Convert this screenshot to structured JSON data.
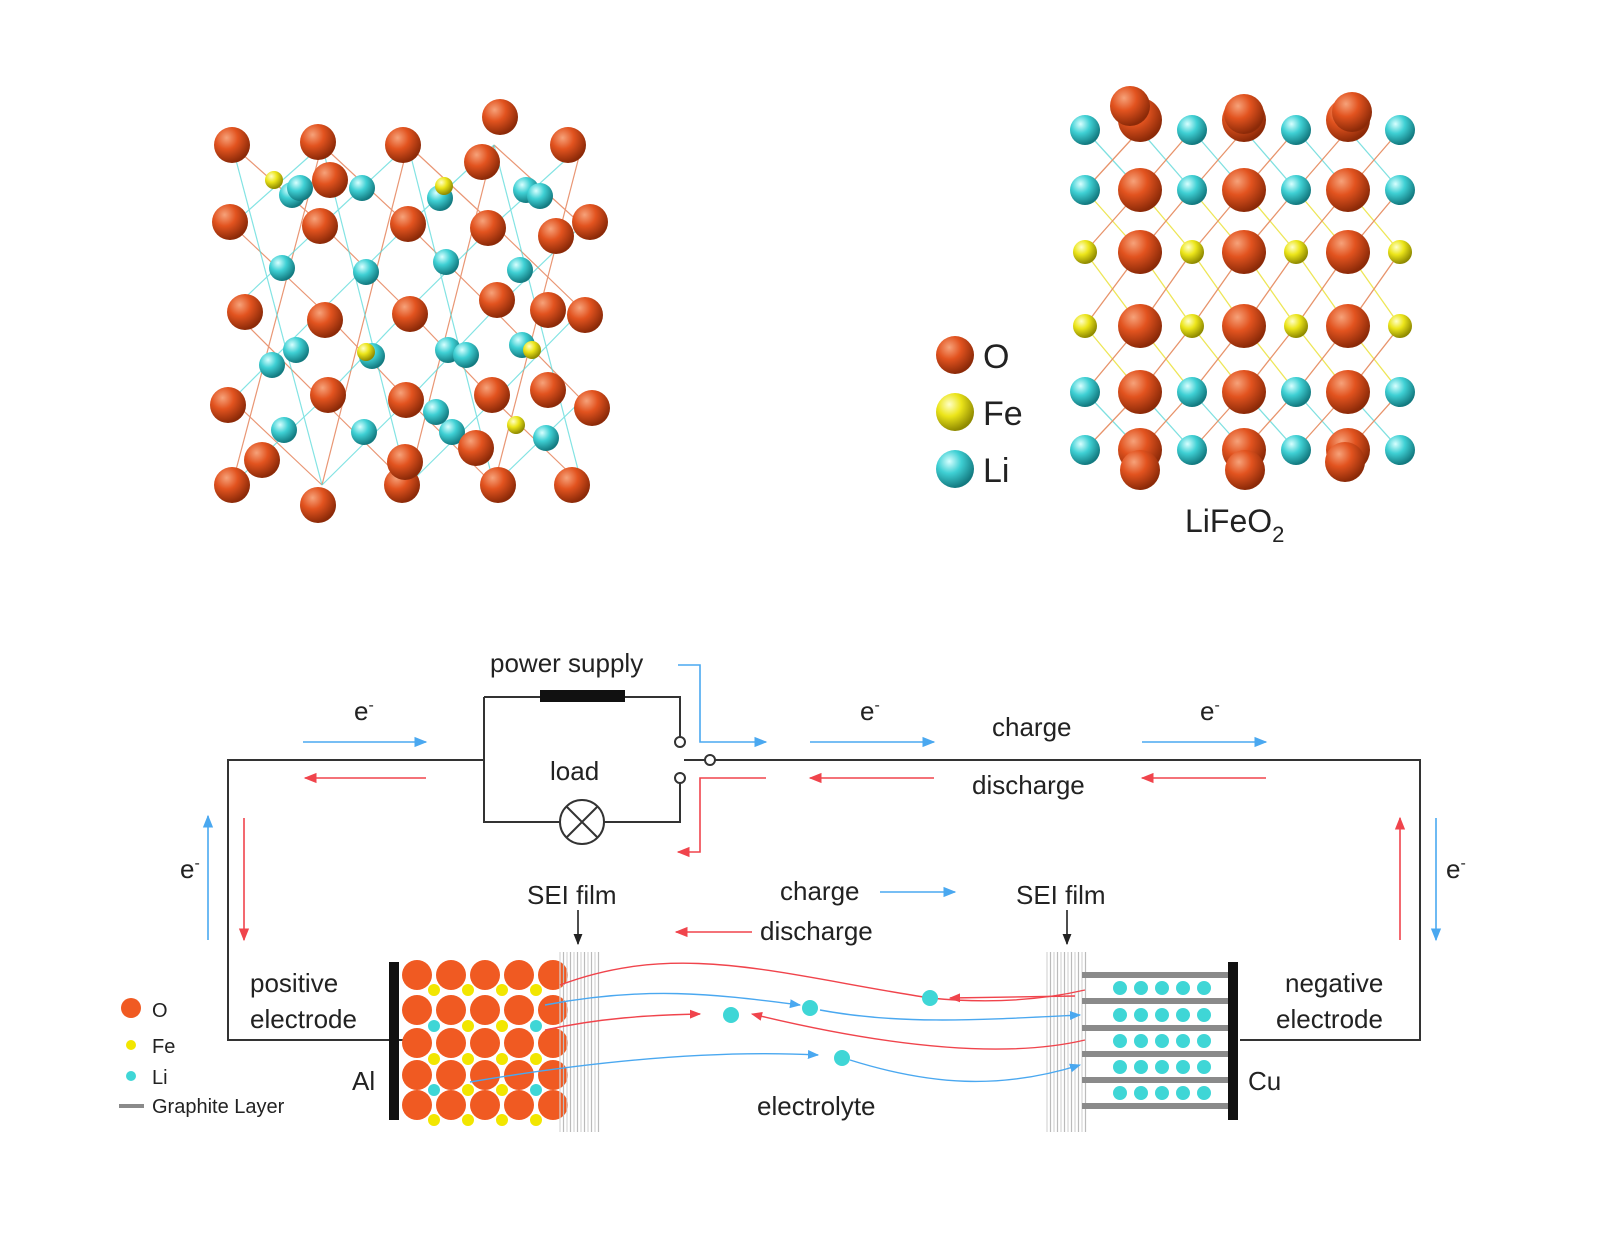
{
  "top_legend": {
    "items": [
      {
        "label": "O",
        "color": "#d9481c"
      },
      {
        "label": "Fe",
        "color": "#e8e010"
      },
      {
        "label": "Li",
        "color": "#3ccfd2"
      }
    ]
  },
  "crystal_caption": {
    "text": "LiFeO",
    "sub": "2"
  },
  "circuit": {
    "power_supply": "power supply",
    "load": "load",
    "electron": "e",
    "electron_sup": "-",
    "charge": "charge",
    "discharge": "discharge",
    "sei_film": "SEI film",
    "positive_electrode": [
      "positive",
      "electrode"
    ],
    "negative_electrode": [
      "negative",
      "electrode"
    ],
    "al": "Al",
    "cu": "Cu",
    "electrolyte": "electrolyte"
  },
  "bottom_legend": {
    "items": [
      {
        "label": "O",
        "color": "#f05a22"
      },
      {
        "label": "Fe",
        "color": "#f2e600"
      },
      {
        "label": "Li",
        "color": "#3fd6d6"
      },
      {
        "label": "Graphite Layer",
        "color": "#8a8a8a"
      }
    ]
  },
  "colors": {
    "charge_arrow": "#4aa8f0",
    "discharge_arrow": "#f0444c"
  }
}
